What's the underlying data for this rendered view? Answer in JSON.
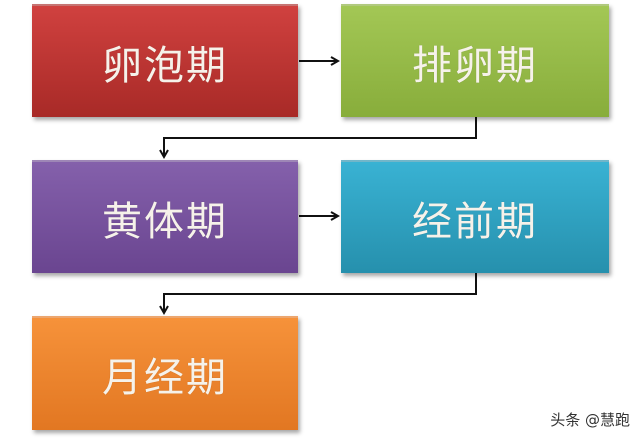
{
  "diagram": {
    "type": "flowchart",
    "nodes": [
      {
        "id": "n1",
        "label": "卵泡期",
        "color_top": "#d0413f",
        "color_bottom": "#a82a27"
      },
      {
        "id": "n2",
        "label": "排卵期",
        "color_top": "#a3c755",
        "color_bottom": "#88ad3b"
      },
      {
        "id": "n3",
        "label": "黄体期",
        "color_top": "#8460ab",
        "color_bottom": "#6a4590"
      },
      {
        "id": "n4",
        "label": "经前期",
        "color_top": "#39b2d3",
        "color_bottom": "#2690ad"
      },
      {
        "id": "n5",
        "label": "月经期",
        "color_top": "#f6923a",
        "color_bottom": "#e27722"
      }
    ],
    "edges": [
      {
        "from": "n1",
        "to": "n2"
      },
      {
        "from": "n2",
        "to": "n3"
      },
      {
        "from": "n3",
        "to": "n4"
      },
      {
        "from": "n4",
        "to": "n5"
      }
    ]
  },
  "watermark": "头条 @慧跑"
}
